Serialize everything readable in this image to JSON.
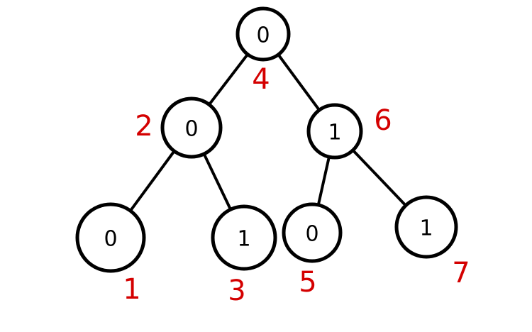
{
  "colors": {
    "stroke": "#000000",
    "index_label": "#d40000",
    "background": "#ffffff"
  },
  "tree": {
    "nodes": [
      {
        "id": "root",
        "value": "0",
        "index": "4"
      },
      {
        "id": "left",
        "value": "0",
        "index": "2"
      },
      {
        "id": "right",
        "value": "1",
        "index": "6"
      },
      {
        "id": "left-left",
        "value": "0",
        "index": "1"
      },
      {
        "id": "left-right",
        "value": "1",
        "index": "3"
      },
      {
        "id": "right-left",
        "value": "0",
        "index": "5"
      },
      {
        "id": "right-right",
        "value": "1",
        "index": "7"
      }
    ],
    "edges": [
      {
        "from": "root",
        "to": "left"
      },
      {
        "from": "root",
        "to": "right"
      },
      {
        "from": "left",
        "to": "left-left"
      },
      {
        "from": "left",
        "to": "left-right"
      },
      {
        "from": "right",
        "to": "right-left"
      },
      {
        "from": "right",
        "to": "right-right"
      }
    ]
  }
}
